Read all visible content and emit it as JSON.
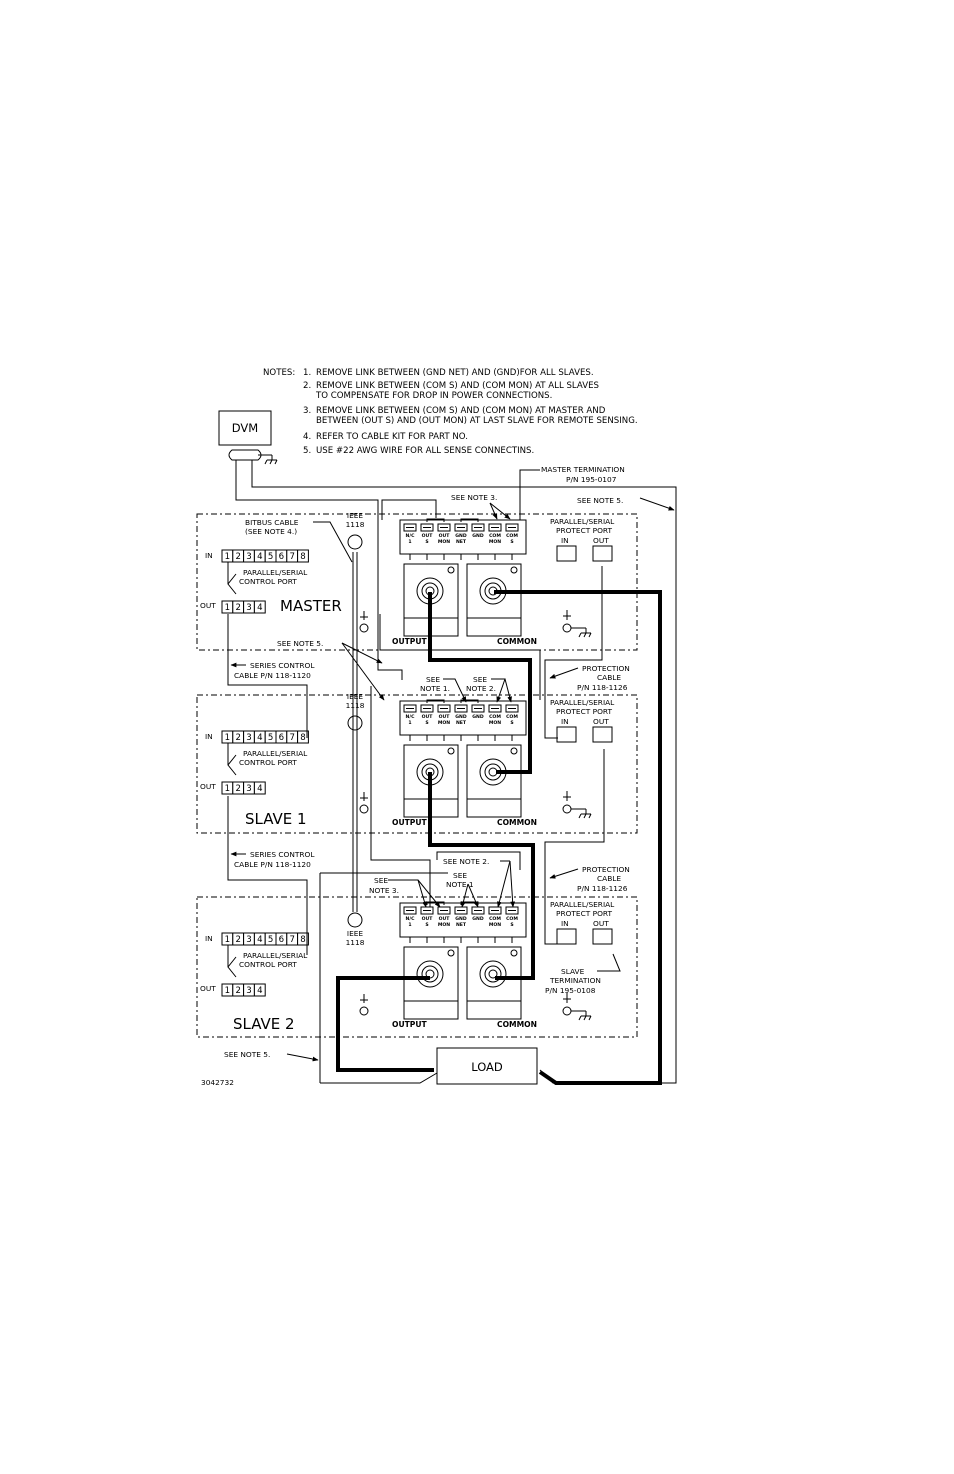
{
  "notes": {
    "heading": "NOTES:",
    "items": [
      {
        "num": "1.",
        "lines": [
          "REMOVE LINK BETWEEN (GND NET) AND (GND)FOR ALL SLAVES."
        ]
      },
      {
        "num": "2.",
        "lines": [
          "REMOVE LINK BETWEEN (COM S) AND (COM MON) AT ALL SLAVES",
          "TO COMPENSATE FOR DROP IN POWER CONNECTIONS."
        ]
      },
      {
        "num": "3.",
        "lines": [
          "REMOVE LINK BETWEEN (COM S) AND (COM MON) AT MASTER AND",
          "BETWEEN (OUT S) AND (OUT MON) AT LAST SLAVE FOR REMOTE SENSING."
        ]
      },
      {
        "num": "4.",
        "lines": [
          "REFER TO CABLE KIT FOR PART NO."
        ]
      },
      {
        "num": "5.",
        "lines": [
          "USE #22 AWG WIRE FOR ALL SENSE CONNECTINS."
        ]
      }
    ]
  },
  "dvm": "DVM",
  "load": "LOAD",
  "drawing_number": "3042732",
  "units": [
    {
      "name": "MASTER"
    },
    {
      "name": "SLAVE 1"
    },
    {
      "name": "SLAVE 2"
    }
  ],
  "ieee": [
    "IEEE",
    "1118"
  ],
  "port_in": "IN",
  "port_out": "OUT",
  "in_pins": [
    "1",
    "2",
    "3",
    "4",
    "5",
    "6",
    "7",
    "8"
  ],
  "out_pins": [
    "1",
    "2",
    "3",
    "4"
  ],
  "control_port": [
    "PARALLEL/SERIAL",
    "CONTROL PORT"
  ],
  "protect_port": [
    "PARALLEL/SERIAL",
    "PROTECT PORT"
  ],
  "output_label": "OUTPUT",
  "common_label": "COMMON",
  "terminals": [
    {
      "top": "N/C",
      "bot": "1"
    },
    {
      "top": "OUT",
      "bot": "S"
    },
    {
      "top": "OUT",
      "bot": "MON"
    },
    {
      "top": "GND",
      "bot": "NET"
    },
    {
      "top": "GND",
      "bot": ""
    },
    {
      "top": "COM",
      "bot": "MON"
    },
    {
      "top": "COM",
      "bot": "S"
    }
  ],
  "callouts": {
    "master_termination": [
      "MASTER TERMINATION",
      "P/N 195-0107"
    ],
    "see_note_3": "SEE NOTE 3.",
    "see_note_5": "SEE NOTE 5.",
    "bitbus": [
      "BITBUS CABLE",
      "(SEE NOTE 4.)"
    ],
    "series_control": [
      "SERIES CONTROL",
      "CABLE P/N 118-1120"
    ],
    "protection_cable": [
      "PROTECTION",
      "CABLE",
      "P/N 118-1126"
    ],
    "see_note_1": [
      "SEE",
      "NOTE 1."
    ],
    "see_note_2": [
      "SEE",
      "NOTE 2."
    ],
    "see_note_2_line": "SEE NOTE 2.",
    "see_note_3_split": [
      "SEE",
      "NOTE 3."
    ],
    "see_note_1_split": [
      "SEE",
      "NOTE 1"
    ],
    "slave_termination": [
      "SLAVE",
      "TERMINATION",
      "P/N 195-0108"
    ]
  }
}
